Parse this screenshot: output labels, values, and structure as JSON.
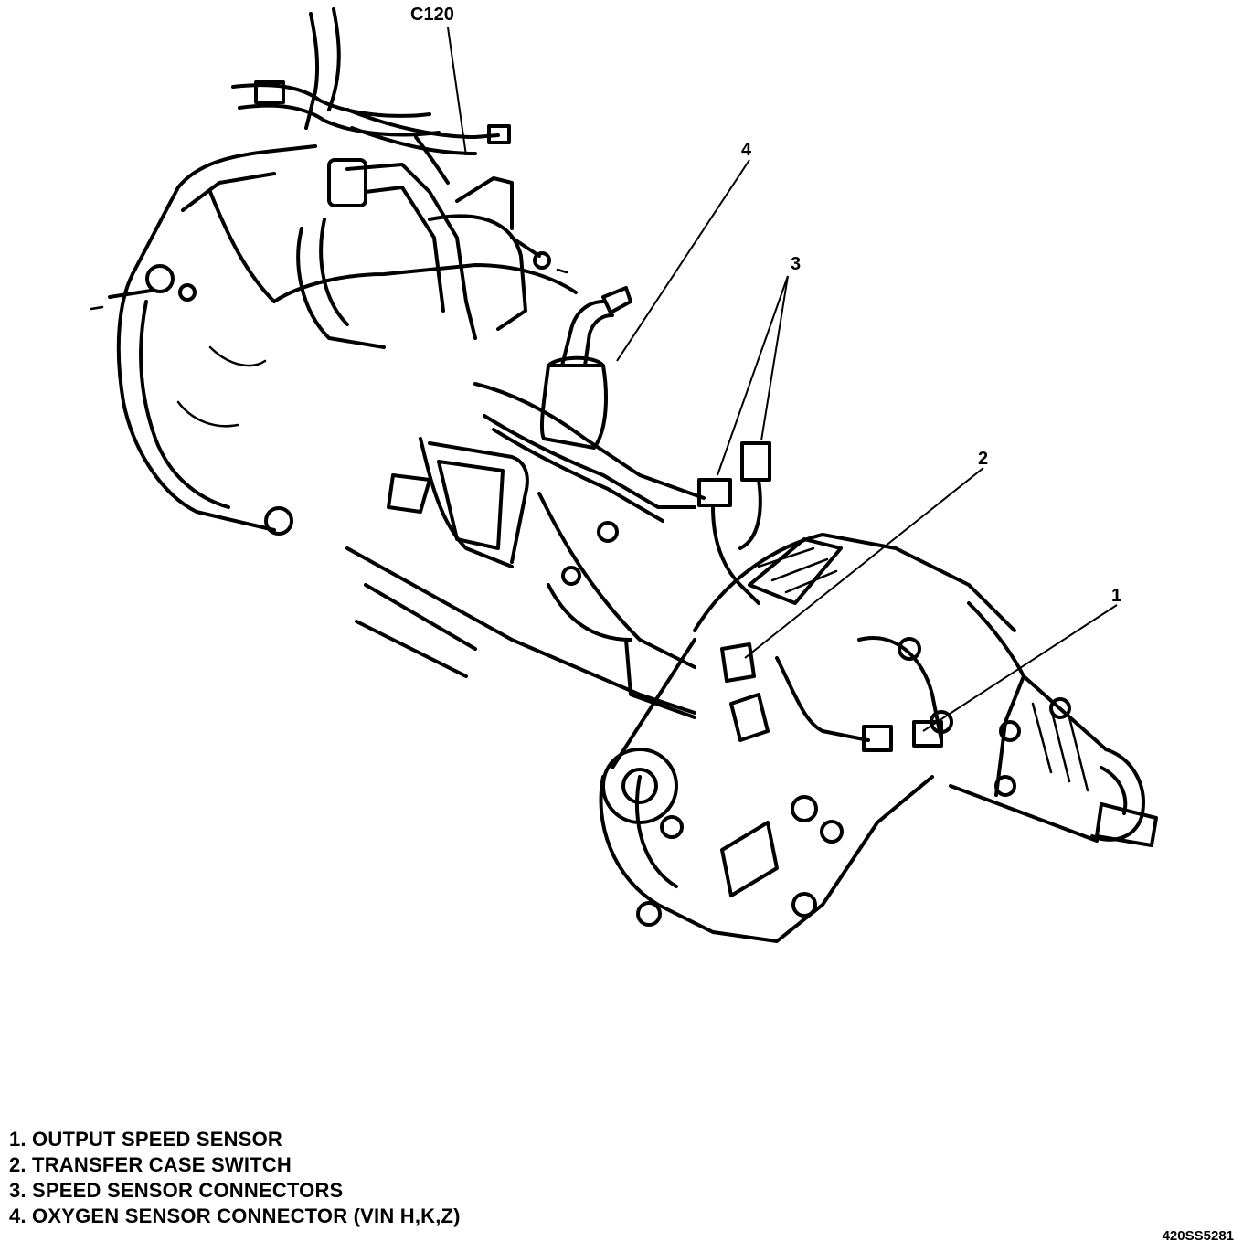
{
  "callouts": {
    "c120": "C120",
    "n1": "1",
    "n2": "2",
    "n3": "3",
    "n4": "4"
  },
  "legend": {
    "items": [
      "1. OUTPUT SPEED SENSOR",
      "2. TRANSFER CASE SWITCH",
      "3. SPEED SENSOR CONNECTORS",
      "4. OXYGEN SENSOR CONNECTOR (VIN H,K,Z)"
    ]
  },
  "figure_id": "420SS5281"
}
